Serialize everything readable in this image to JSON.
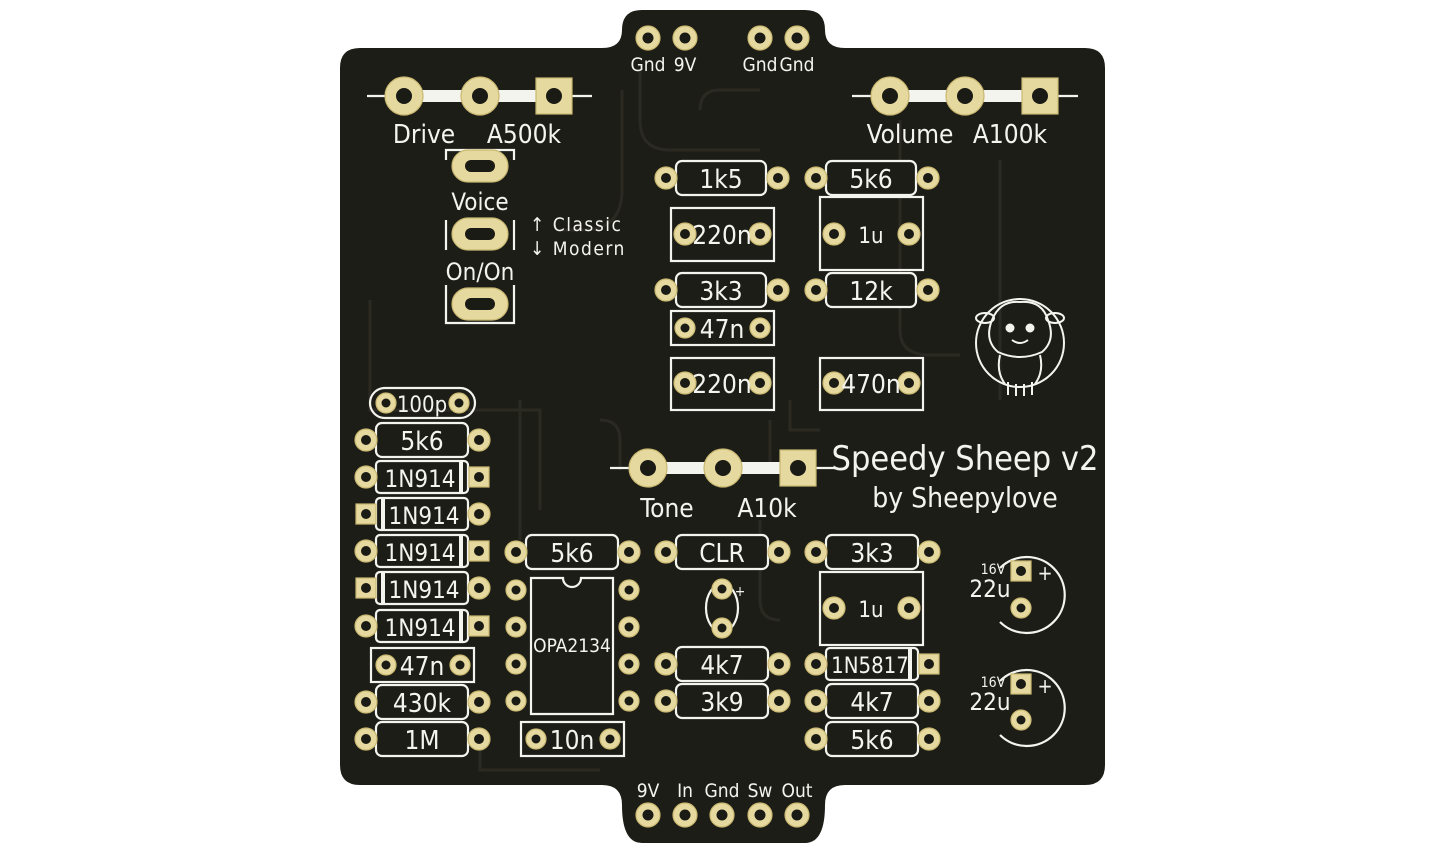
{
  "board": {
    "title": "Speedy Sheep v2",
    "author": "by Sheepylove",
    "colors": {
      "pcb": "#1d1d18",
      "silk": "#f4f4ee",
      "pad": "#e6d9a0",
      "background": "#ffffff"
    }
  },
  "header_top": {
    "labels": [
      "Gnd",
      "9V",
      "Gnd",
      "Gnd"
    ]
  },
  "header_bottom": {
    "labels": [
      "9V",
      "In",
      "Gnd",
      "Sw",
      "Out"
    ]
  },
  "pots": {
    "drive": {
      "name": "Drive",
      "value": "A500k"
    },
    "volume": {
      "name": "Volume",
      "value": "A100k"
    },
    "tone": {
      "name": "Tone",
      "value": "A10k"
    }
  },
  "switch": {
    "name1": "Voice",
    "name2": "On/On",
    "up": "↑ Classic",
    "down": "↓ Modern"
  },
  "components": {
    "r_1k5": "1k5",
    "r_5k6_top": "5k6",
    "c_220n_a": "220n",
    "c_1u_a": "1u",
    "r_3k3_a": "3k3",
    "r_12k": "12k",
    "c_47n_a": "47n",
    "c_220n_b": "220n",
    "c_470n": "470n",
    "c_100p": "100p",
    "r_5k6_left": "5k6",
    "d1": "1N914",
    "d2": "1N914",
    "d3": "1N914",
    "d4": "1N914",
    "d5": "1N914",
    "c_47n_b": "47n",
    "r_430k": "430k",
    "r_1M": "1M",
    "r_5k6_mid": "5k6",
    "ic": "OPA2134",
    "c_10n": "10n",
    "clr": "CLR",
    "r_4k7_a": "4k7",
    "r_3k9": "3k9",
    "r_3k3_b": "3k3",
    "c_1u_b": "1u",
    "d_schottky": "1N5817",
    "r_4k7_b": "4k7",
    "r_5k6_right": "5k6",
    "cap1_voltage": "16V",
    "cap1_value": "22u",
    "cap2_voltage": "16V",
    "cap2_value": "22u",
    "plus": "+"
  }
}
